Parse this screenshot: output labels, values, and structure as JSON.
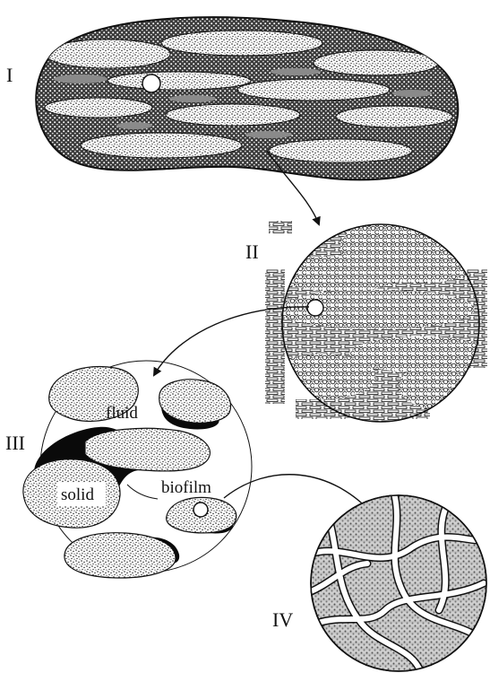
{
  "figure": {
    "scale_labels": {
      "level_1": "I",
      "level_2": "II",
      "level_3": "III",
      "level_4": "IV"
    },
    "phase_labels": {
      "fluid": "fluid",
      "solid": "solid",
      "biofilm": "biofilm"
    },
    "colors": {
      "ink": "#111111",
      "paper": "#ffffff",
      "biofilm": "#0a0a0a",
      "lens_gray": "#8a8a8a"
    }
  }
}
